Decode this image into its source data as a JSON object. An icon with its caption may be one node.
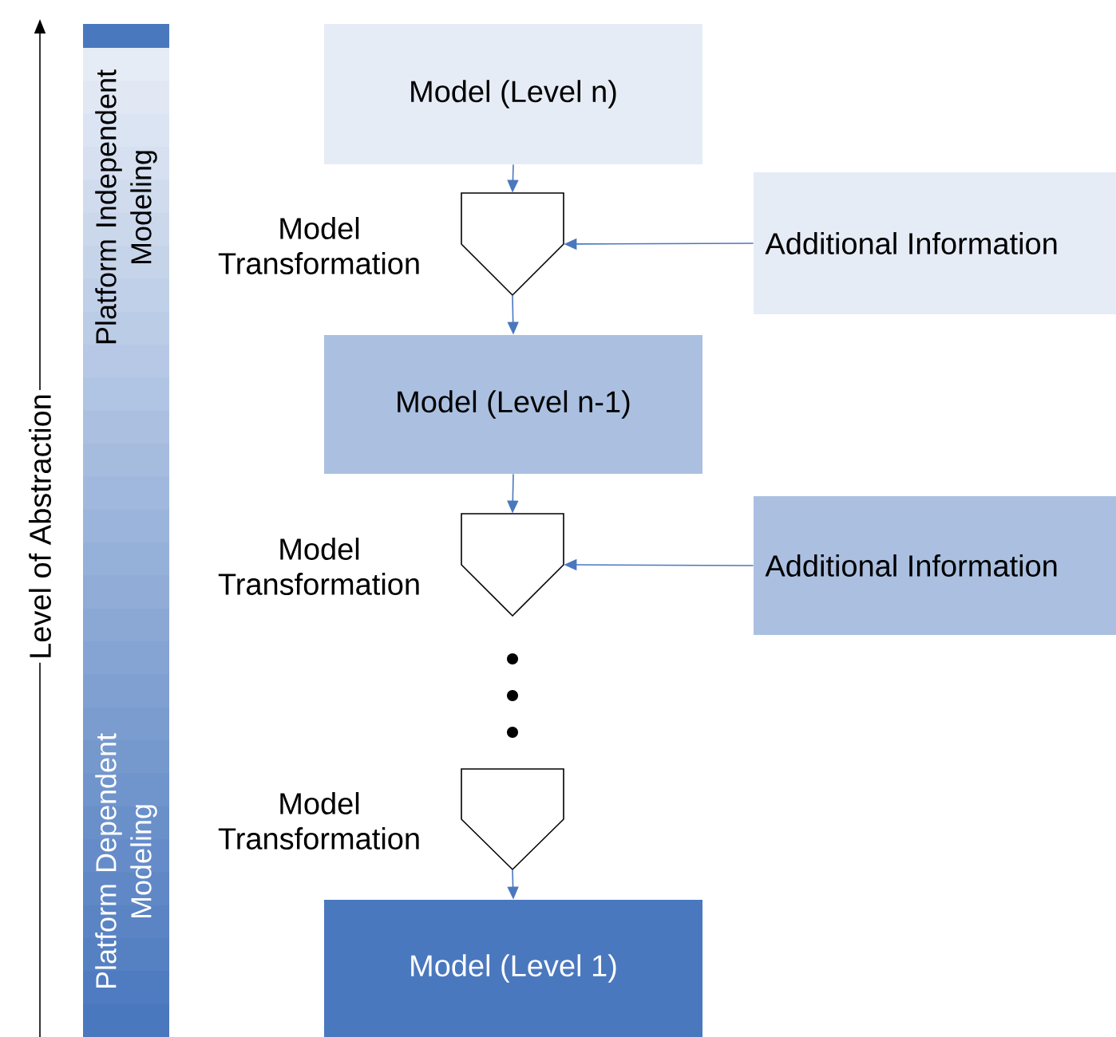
{
  "diagram": {
    "nodes": [
      {
        "text": [
          "Platform Independent Modeling",
          "Platform Dependent Modeling"
        ]
      },
      {
        "text": [
          "Model (Level n)"
        ]
      },
      {
        "text": [],
        "shape": "pentagon",
        "beside": [
          "Model Transformation"
        ]
      },
      {
        "text": [
          "Additional Information"
        ]
      },
      {
        "text": [
          "Model (Level n-1)"
        ]
      },
      {
        "text": [],
        "shape": "pentagon",
        "beside": [
          "Model Transformation"
        ]
      },
      {
        "text": [
          "Additional Information"
        ]
      },
      {
        "text": [],
        "shape": "pentagon",
        "beside": [
          "Model Transformation"
        ]
      },
      {
        "text": [
          "Model (Level 1)"
        ]
      }
    ],
    "edges": [
      {
        "from": 1,
        "to": 2,
        "arrow": "to"
      },
      {
        "from": 3,
        "to": 2,
        "arrow": "to"
      },
      {
        "from": 2,
        "to": 4,
        "arrow": "to"
      },
      {
        "from": 4,
        "to": 5,
        "arrow": "to"
      },
      {
        "from": 6,
        "to": 5,
        "arrow": "to"
      },
      {
        "from": 7,
        "to": 8,
        "arrow": "to"
      }
    ],
    "labels": [
      "Level of Abstraction"
    ]
  }
}
